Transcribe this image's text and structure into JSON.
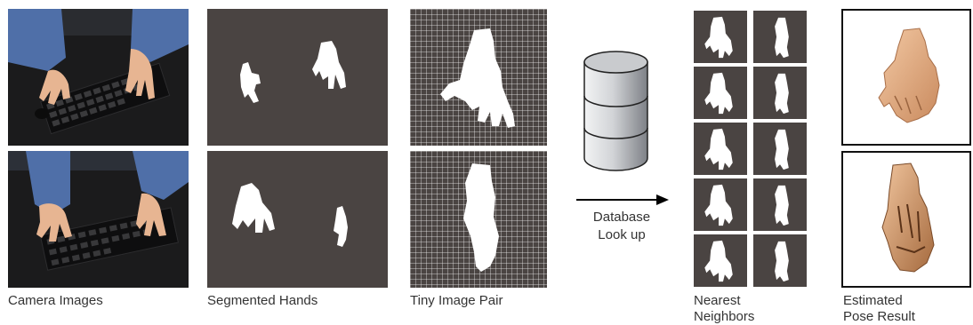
{
  "captions": {
    "camera_images": "Camera Images",
    "segmented_hands": "Segmented Hands",
    "tiny_image_pair": "Tiny Image Pair",
    "nearest_line1": "Nearest",
    "nearest_line2": "Neighbors",
    "estimated_line1": "Estimated",
    "estimated_line2": "Pose Result"
  },
  "arrow_label": {
    "line1": "Database",
    "line2": "Look up"
  },
  "colors": {
    "panel_background": "#4a4442",
    "hand_mask": "#ffffff",
    "shirt_blue": "#4f6fa8",
    "skin": "#e8b08a",
    "database_body": "#b9bcc0"
  },
  "icons": [
    "database-icon",
    "right-arrow-icon"
  ]
}
